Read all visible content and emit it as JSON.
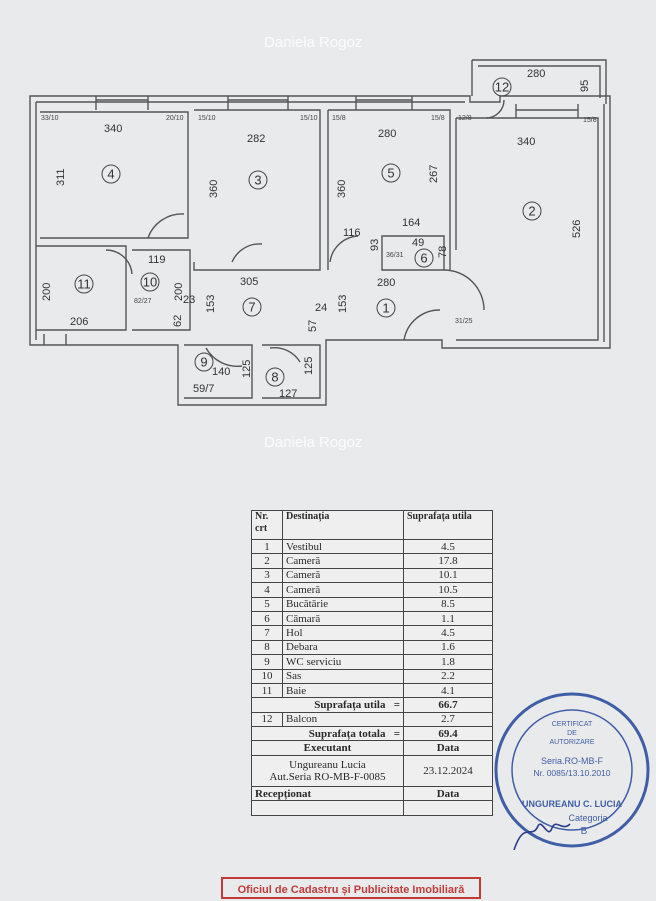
{
  "watermark": "Daniela Rogoz",
  "plan": {
    "rooms": [
      {
        "id": "room-1",
        "label": "1"
      },
      {
        "id": "room-2",
        "label": "2"
      },
      {
        "id": "room-3",
        "label": "3"
      },
      {
        "id": "room-4",
        "label": "4"
      },
      {
        "id": "room-5",
        "label": "5"
      },
      {
        "id": "room-6",
        "label": "6"
      },
      {
        "id": "room-7",
        "label": "7"
      },
      {
        "id": "room-8",
        "label": "8"
      },
      {
        "id": "room-9",
        "label": "9"
      },
      {
        "id": "room-10",
        "label": "10"
      },
      {
        "id": "room-11",
        "label": "11"
      },
      {
        "id": "room-12",
        "label": "12"
      }
    ],
    "dimensions": [
      "280",
      "95",
      "340",
      "282",
      "280",
      "340",
      "311",
      "360",
      "360",
      "267",
      "526",
      "164",
      "116",
      "93",
      "49",
      "78",
      "119",
      "305",
      "280",
      "200",
      "200",
      "153",
      "153",
      "23",
      "24",
      "62",
      "57",
      "206",
      "140",
      "125",
      "127",
      "125"
    ],
    "small_labels": [
      "33/10",
      "20/10",
      "15/10",
      "15/10",
      "15/8",
      "15/8",
      "12/8",
      "15/8",
      "36/31",
      "82/27",
      "31/25",
      "59/7"
    ]
  },
  "legend": {
    "headers": {
      "nr": "Nr. crt",
      "dest": "Destinația",
      "supr": "Suprafața utila"
    },
    "rows": [
      {
        "nr": "1",
        "dest": "Vestibul",
        "val": "4.5"
      },
      {
        "nr": "2",
        "dest": "Cameră",
        "val": "17.8"
      },
      {
        "nr": "3",
        "dest": "Cameră",
        "val": "10.1"
      },
      {
        "nr": "4",
        "dest": "Cameră",
        "val": "10.5"
      },
      {
        "nr": "5",
        "dest": "Bucătărie",
        "val": "8.5"
      },
      {
        "nr": "6",
        "dest": "Cămară",
        "val": "1.1"
      },
      {
        "nr": "7",
        "dest": "Hol",
        "val": "4.5"
      },
      {
        "nr": "8",
        "dest": "Debara",
        "val": "1.6"
      },
      {
        "nr": "9",
        "dest": "WC serviciu",
        "val": "1.8"
      },
      {
        "nr": "10",
        "dest": "Sas",
        "val": "2.2"
      },
      {
        "nr": "11",
        "dest": "Baie",
        "val": "4.1"
      }
    ],
    "utila_label": "Suprafața utila",
    "utila_eq": "=",
    "utila_val": "66.7",
    "balcon": {
      "nr": "12",
      "dest": "Balcon",
      "val": "2.7"
    },
    "totala_label": "Suprafața totala",
    "totala_eq": "=",
    "totala_val": "69.4",
    "executant_label": "Executant",
    "data_label": "Data",
    "executant_name": "Ungureanu Lucia",
    "executant_aut": "Aut.Seria RO-MB-F-0085",
    "executant_date": "23.12.2024",
    "receptionat_label": "Recepționat",
    "data_label_2": "Data"
  },
  "stamp": {
    "l1": "CERTIFICAT",
    "l2": "DE",
    "l3": "AUTORIZARE",
    "seria": "Seria.RO-MB-F",
    "nr": "Nr. 0085/13.10.2010",
    "name": "UNGUREANU C. LUCIA",
    "cat": "Categoria",
    "cat_val": "B"
  },
  "footer": "Oficiul de Cadastru și Publicitate Imobiliară"
}
